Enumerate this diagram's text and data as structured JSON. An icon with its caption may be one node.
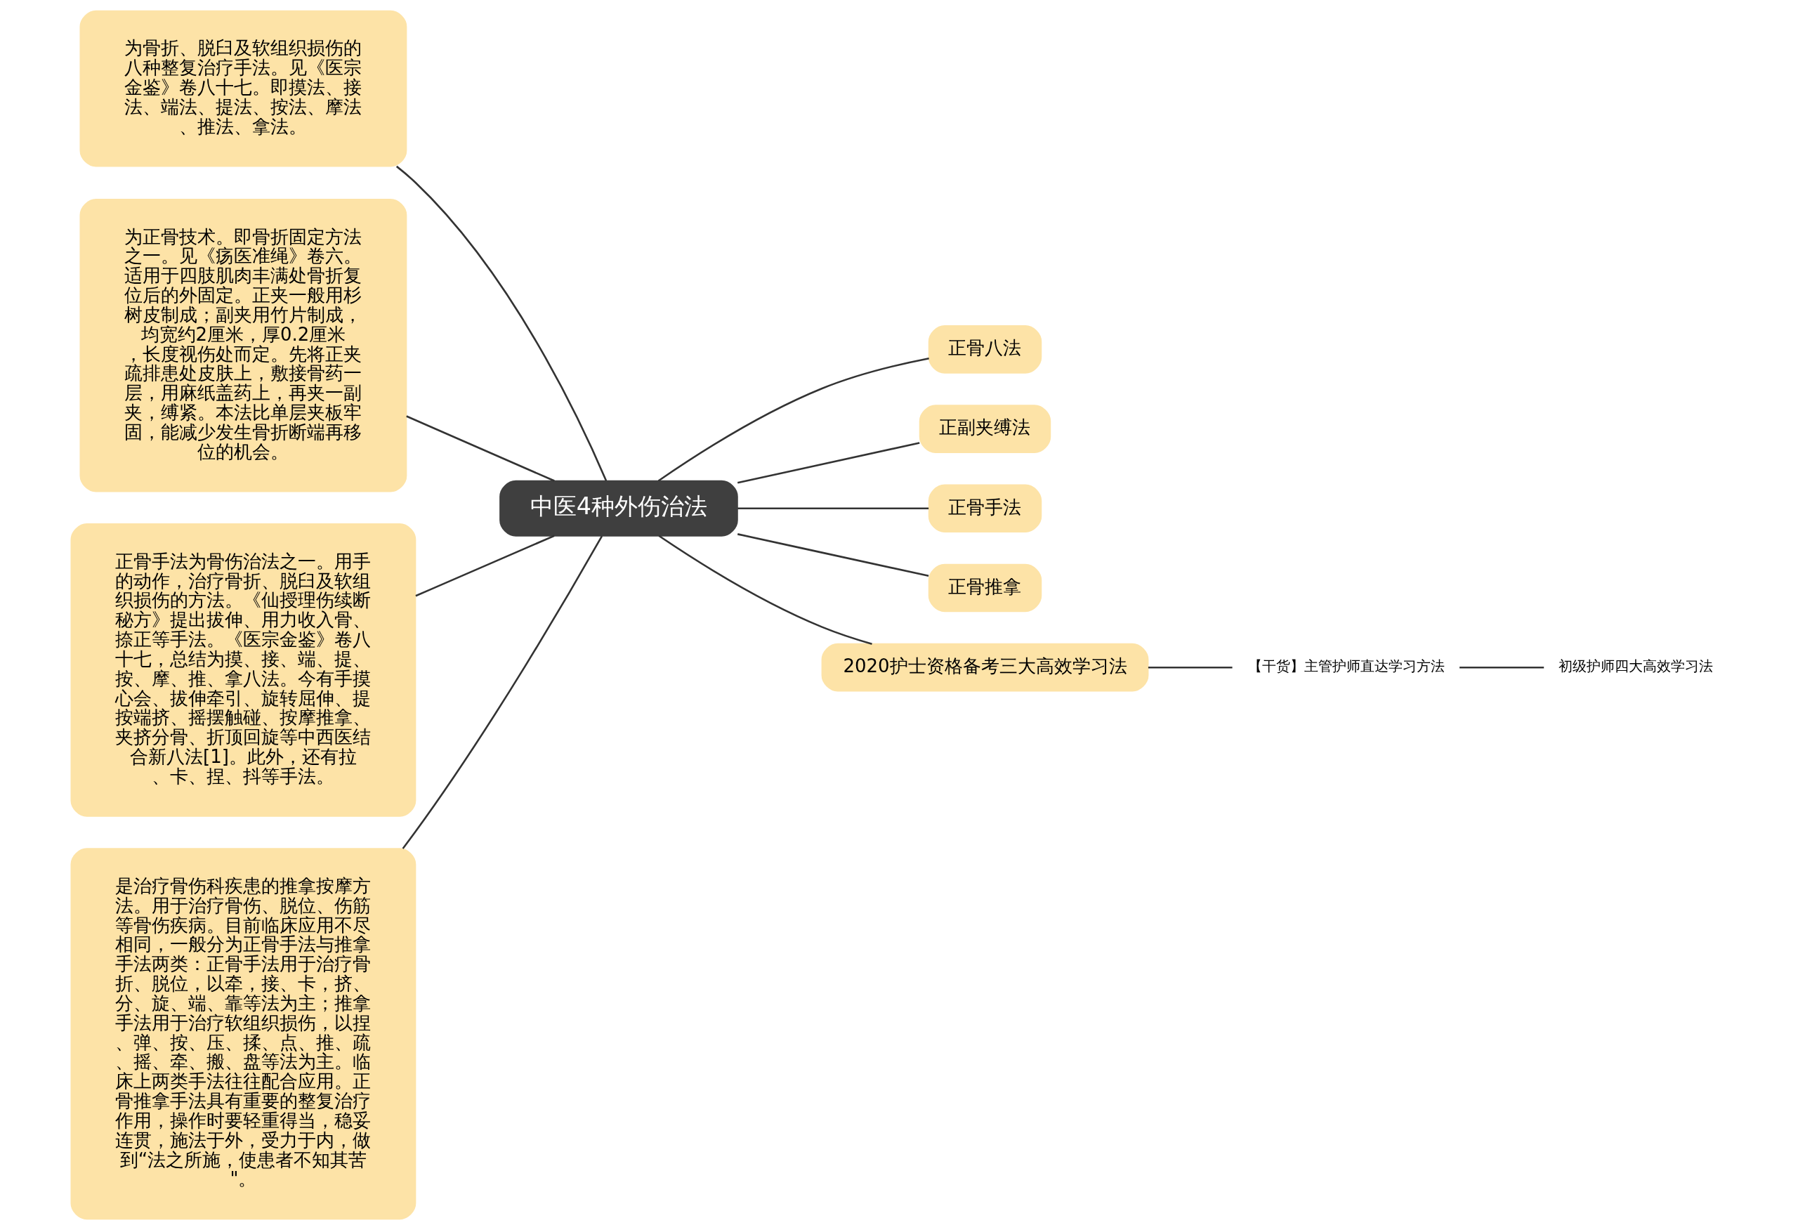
{
  "diagram": {
    "nodes": [
      {
        "text": [
          "中医4种外伤治法"
        ]
      },
      {
        "text": [
          "为骨折、脱臼及软组织损伤的八种整复治疗手法。见《医宗金鉴》卷八十七。即摸法、接法、端法、提法、按法、摩法、推法、拿法。"
        ]
      },
      {
        "text": [
          "为正骨技术。即骨折固定方法之一。见《疡医准绳》卷六。适用于四肢肌肉丰满处骨折复位后的外固定。正夹一般用杉树皮制成；副夹用竹片制成，均宽约2厘米，厚0.2厘米，长度视伤处而定。先将正夹疏排患处皮肤上，敷接骨药一层，用麻纸盖药上，再夹一副夹，缚紧。本法比单层夹板牢固，能减少发生骨折断端再移位的机会。"
        ]
      },
      {
        "text": [
          "正骨手法为骨伤治法之一。用手的动作，治疗骨折、脱臼及软组织损伤的方法。《仙授理伤续断秘方》提出拔伸、用力收入骨、捺正等手法。《医宗金鉴》卷八十七，总结为摸、接、端、提、按、摩、推、拿八法。今有手摸心会、拔伸牵引、旋转屈伸、提按端挤、摇摆触碰、按摩推拿、夹挤分骨、折顶回旋等中西医结合新八法[1]。此外，还有拉、卡、捏、抖等手法。"
        ]
      },
      {
        "text": [
          "是治疗骨伤科疾患的推拿按摩方法。用于治疗骨伤、脱位、伤筋等骨伤疾病。目前临床应用不尽相同，一般分为正骨手法与推拿手法两类：正骨手法用于治疗骨折、脱位，以牵，接、卡，挤、分、旋、端、靠等法为主；推拿手法用于治疗软组织损伤，以捏、弹、按、压、揉、点、推、疏、摇、牵、搬、盘等法为主。临床上两类手法往往配合应用。正骨推拿手法具有重要的整复治疗作用，操作时要轻重得当，稳妥连贯，施法于外，受力于内，做到“法之所施，使患者不知其苦\"。"
        ]
      },
      {
        "text": [
          "正骨八法"
        ]
      },
      {
        "text": [
          "正副夹缚法"
        ]
      },
      {
        "text": [
          "正骨手法"
        ]
      },
      {
        "text": [
          "正骨推拿"
        ]
      },
      {
        "text": [
          "2020护士资格备考三大高效学习法"
        ]
      },
      {
        "text": [
          "【干货】主管护师直达学习方法"
        ]
      },
      {
        "text": [
          "初级护师四大高效学习法"
        ]
      }
    ],
    "edges": [
      {
        "from": 0,
        "to": 1,
        "arrow": "none"
      },
      {
        "from": 0,
        "to": 2,
        "arrow": "none"
      },
      {
        "from": 0,
        "to": 3,
        "arrow": "none"
      },
      {
        "from": 0,
        "to": 4,
        "arrow": "none"
      },
      {
        "from": 0,
        "to": 5,
        "arrow": "none"
      },
      {
        "from": 0,
        "to": 6,
        "arrow": "none"
      },
      {
        "from": 0,
        "to": 7,
        "arrow": "none"
      },
      {
        "from": 0,
        "to": 8,
        "arrow": "none"
      },
      {
        "from": 0,
        "to": 9,
        "arrow": "none"
      },
      {
        "from": 9,
        "to": 10,
        "arrow": "none"
      },
      {
        "from": 10,
        "to": 11,
        "arrow": "none"
      }
    ]
  }
}
